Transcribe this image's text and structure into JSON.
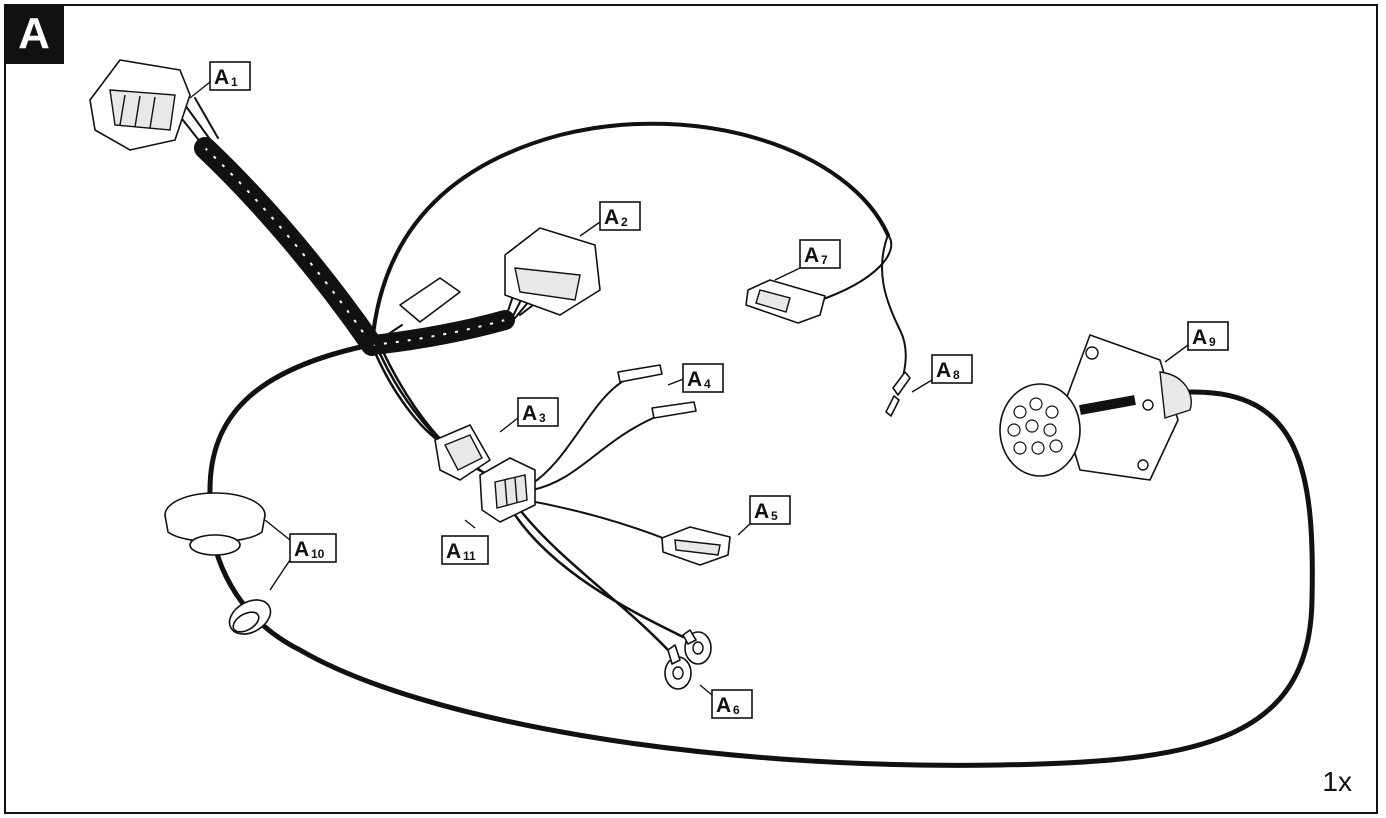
{
  "figure": {
    "section_label": "A",
    "quantity": "1x"
  },
  "callouts": [
    {
      "id": "a1",
      "letter": "A",
      "sub": "1"
    },
    {
      "id": "a2",
      "letter": "A",
      "sub": "2"
    },
    {
      "id": "a3",
      "letter": "A",
      "sub": "3"
    },
    {
      "id": "a4",
      "letter": "A",
      "sub": "4"
    },
    {
      "id": "a5",
      "letter": "A",
      "sub": "5"
    },
    {
      "id": "a6",
      "letter": "A",
      "sub": "6"
    },
    {
      "id": "a7",
      "letter": "A",
      "sub": "7"
    },
    {
      "id": "a8",
      "letter": "A",
      "sub": "8"
    },
    {
      "id": "a9",
      "letter": "A",
      "sub": "9"
    },
    {
      "id": "a10",
      "letter": "A",
      "sub": "10"
    },
    {
      "id": "a11",
      "letter": "A",
      "sub": "11"
    }
  ],
  "colors": {
    "ink": "#111111",
    "background": "#ffffff"
  }
}
